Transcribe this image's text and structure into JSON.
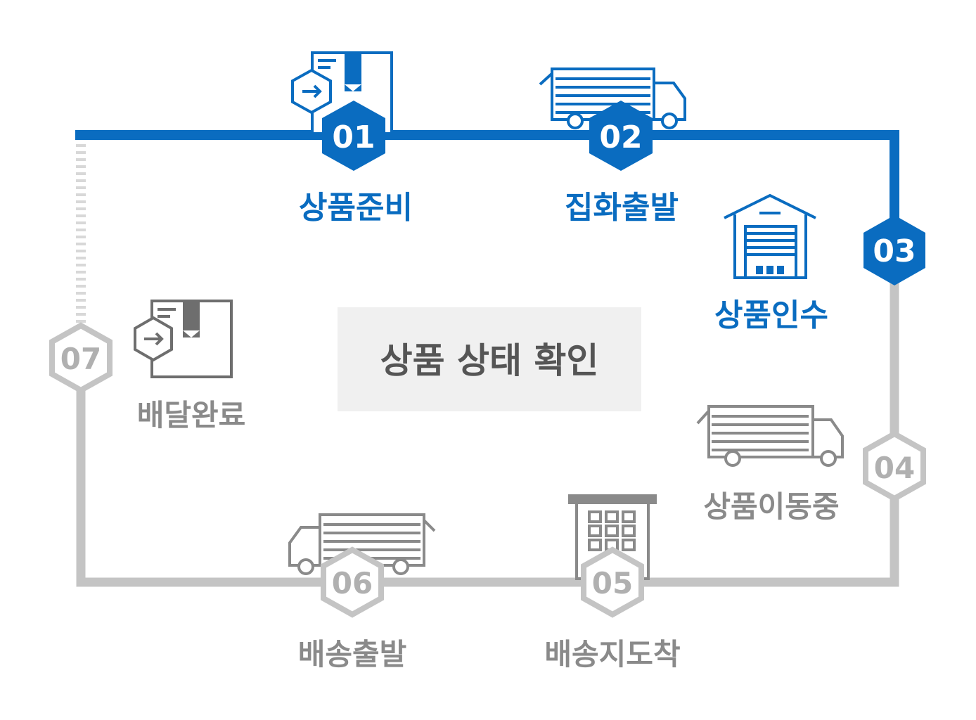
{
  "title": "상품 상태 확인",
  "colors": {
    "active": "#0a6cc0",
    "inactive": "#b9b9b9",
    "inactive_text": "#8a8a8a",
    "title_bg": "#f0f0f0",
    "title_text": "#555555"
  },
  "steps": [
    {
      "number": "01",
      "label": "상품준비",
      "state": "active",
      "icon": "box-icon"
    },
    {
      "number": "02",
      "label": "집화출발",
      "state": "active",
      "icon": "truck-icon"
    },
    {
      "number": "03",
      "label": "상품인수",
      "state": "active",
      "icon": "warehouse-icon"
    },
    {
      "number": "04",
      "label": "상품이동중",
      "state": "inactive",
      "icon": "truck-icon"
    },
    {
      "number": "05",
      "label": "배송지도착",
      "state": "inactive",
      "icon": "building-icon"
    },
    {
      "number": "06",
      "label": "배송출발",
      "state": "inactive",
      "icon": "truck-icon"
    },
    {
      "number": "07",
      "label": "배달완료",
      "state": "inactive",
      "icon": "box-icon"
    }
  ]
}
